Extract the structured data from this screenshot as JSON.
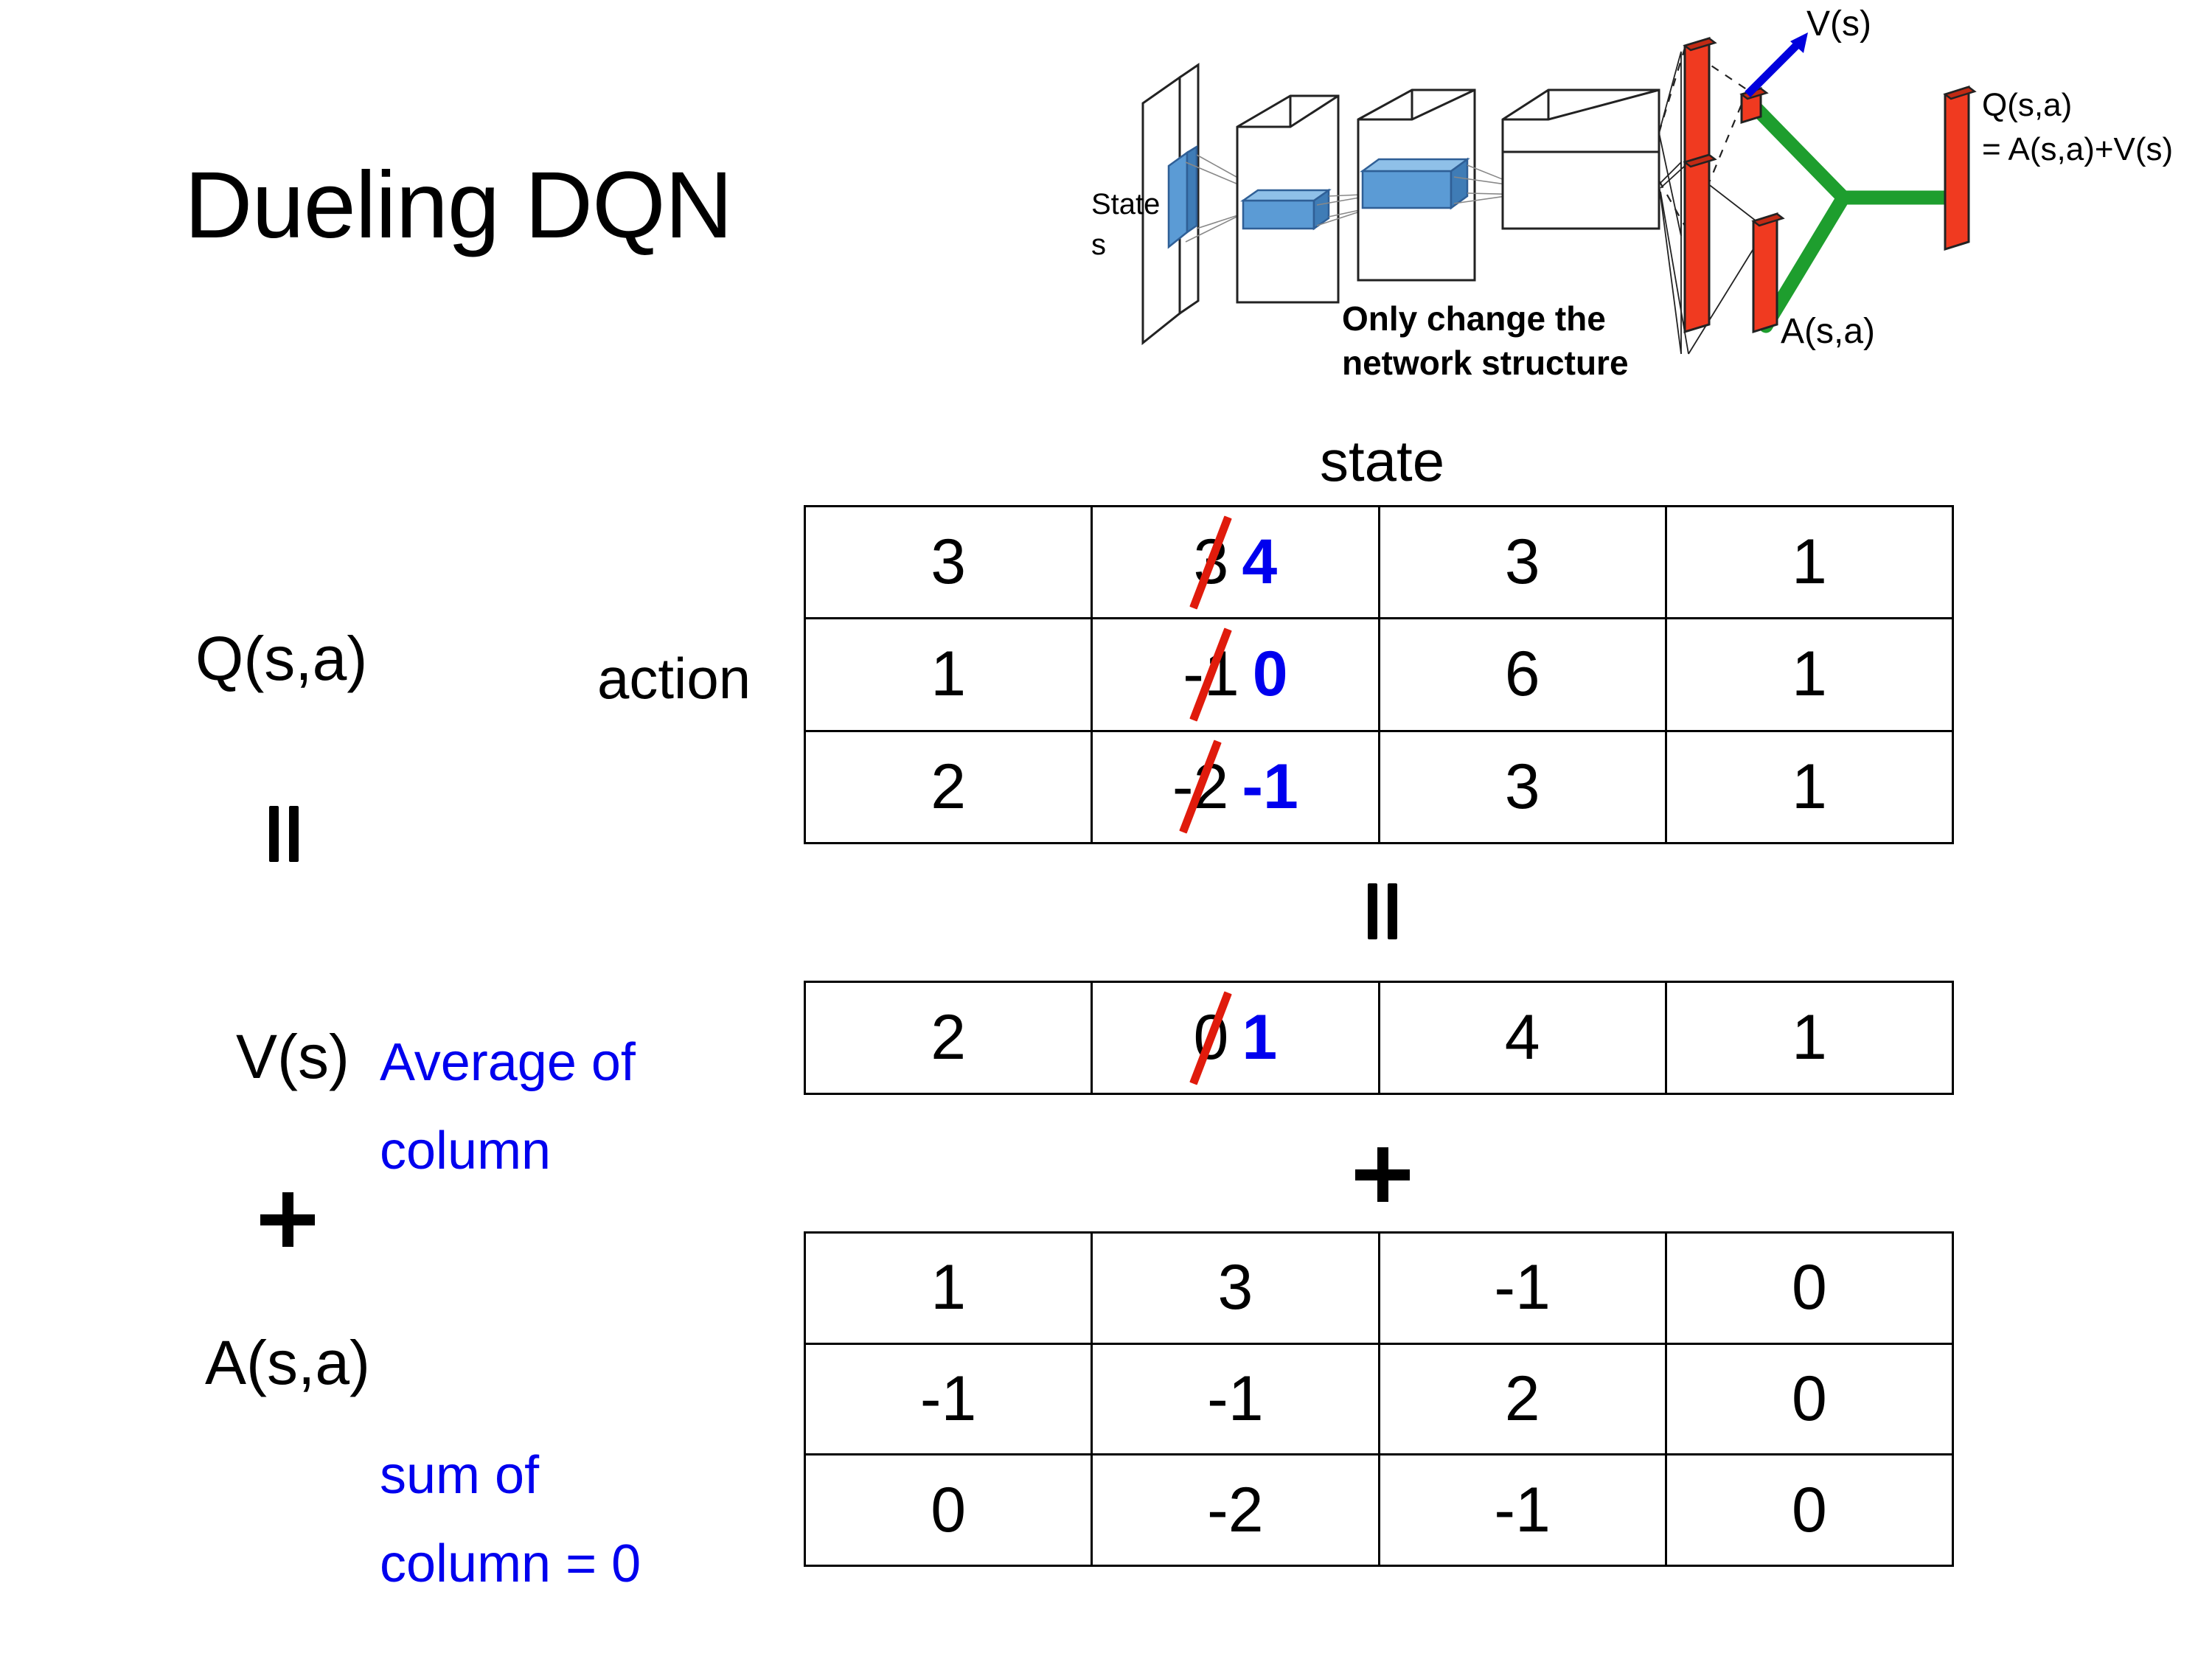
{
  "slide": {
    "title": "Dueling DQN",
    "background": "#ffffff"
  },
  "colors": {
    "accent_blue": "#0000ee",
    "strike_red": "#e01b0c",
    "merge_green": "#1e9e2e",
    "arrow_blue": "#0000dd",
    "block_red": "#f03a20",
    "block_blue": "#5b9bd5"
  },
  "network": {
    "input_label_line1": "State",
    "input_label_line2": "s",
    "note_line1": "Only change the",
    "note_line2": "network structure",
    "value_label": "V(s)",
    "advantage_label": "A(s,a)",
    "output_label_line1": "Q(s,a)",
    "output_label_line2": "= A(s,a)+V(s)"
  },
  "labels": {
    "state_axis": "state",
    "action_axis": "action",
    "q_label": "Q(s,a)",
    "v_label": "V(s)",
    "a_label": "A(s,a)",
    "equals_q": "=",
    "equals_mid": "=",
    "plus_left": "+",
    "plus_mid": "+",
    "avg_note_line1": "Average of",
    "avg_note_line2": "column",
    "sum_note_line1": "sum of",
    "sum_note_line2": "column = 0"
  },
  "chart_data": {
    "type": "table",
    "title": "Dueling DQN decomposition Q(s,a) = V(s) + A(s,a)",
    "xlabel": "state",
    "ylabel": "action",
    "tables": [
      {
        "name": "Q(s,a)",
        "rows": 3,
        "cols": 4,
        "values": [
          [
            "3",
            "3",
            "3",
            "1"
          ],
          [
            "1",
            "-1",
            "6",
            "1"
          ],
          [
            "2",
            "-2",
            "3",
            "1"
          ]
        ],
        "edits": [
          {
            "row": 0,
            "col": 1,
            "old": "3",
            "new": "4",
            "struck": true
          },
          {
            "row": 1,
            "col": 1,
            "old": "-1",
            "new": "0",
            "struck": true
          },
          {
            "row": 2,
            "col": 1,
            "old": "-2",
            "new": "-1",
            "struck": true
          }
        ]
      },
      {
        "name": "V(s)",
        "rows": 1,
        "cols": 4,
        "values": [
          [
            "2",
            "0",
            "4",
            "1"
          ]
        ],
        "edits": [
          {
            "row": 0,
            "col": 1,
            "old": "0",
            "new": "1",
            "struck": true
          }
        ]
      },
      {
        "name": "A(s,a)",
        "rows": 3,
        "cols": 4,
        "values": [
          [
            "1",
            "3",
            "-1",
            "0"
          ],
          [
            "-1",
            "-1",
            "2",
            "0"
          ],
          [
            "0",
            "-2",
            "-1",
            "0"
          ]
        ],
        "edits": []
      }
    ]
  }
}
